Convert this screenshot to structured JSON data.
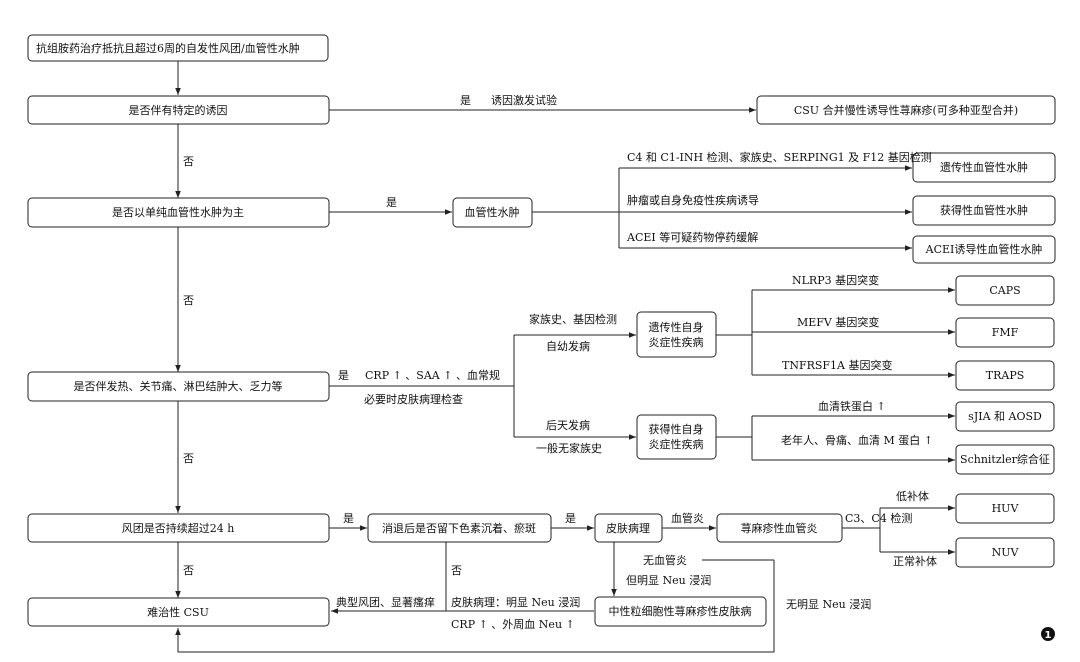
{
  "start": "抗组胺药治疗抵抗且超过6周的自发性风团/血管性水肿",
  "q1": "是否伴有特定的诱因",
  "q1_yes_label": "是",
  "q1_yes_detail": "诱因激发试验",
  "csu_ind": "CSU 合并慢性诱导性荨麻疹(可多种亚型合并)",
  "no1": "否",
  "q2": "是否以单纯血管性水肿为主",
  "q2_yes": "是",
  "angio": "血管性水肿",
  "c4_text": "C4 和 C1-INH 检测、家族史、SERPING1 及 F12 基因检测",
  "hae": "遗传性血管性水肿",
  "tumor_text": "肿瘤或自身免疫性疾病诱导",
  "aae": "获得性血管性水肿",
  "acei_text": "ACEI 等可疑药物停药缓解",
  "acei_ae": "ACEI诱导性血管性水肿",
  "no2": "否",
  "q3": "是否伴发热、关节痛、淋巴结肿大、乏力等",
  "q3_yes": "是",
  "crp_text": "CRP ↑ 、SAA ↑ 、血常规",
  "biopsy_text": "必要时皮肤病理检查",
  "fam_text": "家族史、基因检测",
  "auto_onset": "自幼发病",
  "hered_auto_1": "遗传性自身",
  "hered_auto_2": "炎症性疾病",
  "nlrp3": "NLRP3 基因突变",
  "caps": "CAPS",
  "mefv": "MEFV 基因突变",
  "fmf": "FMF",
  "tnfrsf": "TNFRSF1A 基因突变",
  "traps": "TRAPS",
  "acq_onset": "后天发病",
  "no_fam": "一般无家族史",
  "acq_auto_1": "获得性自身",
  "acq_auto_2": "炎症性疾病",
  "ferritin": "血清铁蛋白 ↑",
  "sjia": "sJIA 和 AOSD",
  "elderly": "老年人、骨痛、血清 M 蛋白 ↑",
  "schnitzler": "Schnitzler综合征",
  "no3": "否",
  "q4": "风团是否持续超过24 h",
  "q4_yes": "是",
  "q5": "消退后是否留下色素沉着、瘀斑",
  "q5_yes": "是",
  "path": "皮肤病理",
  "vasc": "血管炎",
  "uv": "荨麻疹性血管炎",
  "c3c4": "C3、C4 检测",
  "low_comp": "低补体",
  "huv": "HUV",
  "norm_comp": "正常补体",
  "nuv": "NUV",
  "no_vasc": "无血管炎",
  "neu_obvious": "但明显 Neu 浸润",
  "no_neu": "无明显 Neu 浸润",
  "no4": "否",
  "no5": "否",
  "typical": "典型风团、显著瘙痒",
  "path_neu": "皮肤病理：明显 Neu 浸润",
  "crp_neu": "CRP ↑ 、外周血 Neu ↑",
  "refractory": "难治性 CSU",
  "neutro": "中性粒细胞性荨麻疹性皮肤病",
  "badge": "1"
}
